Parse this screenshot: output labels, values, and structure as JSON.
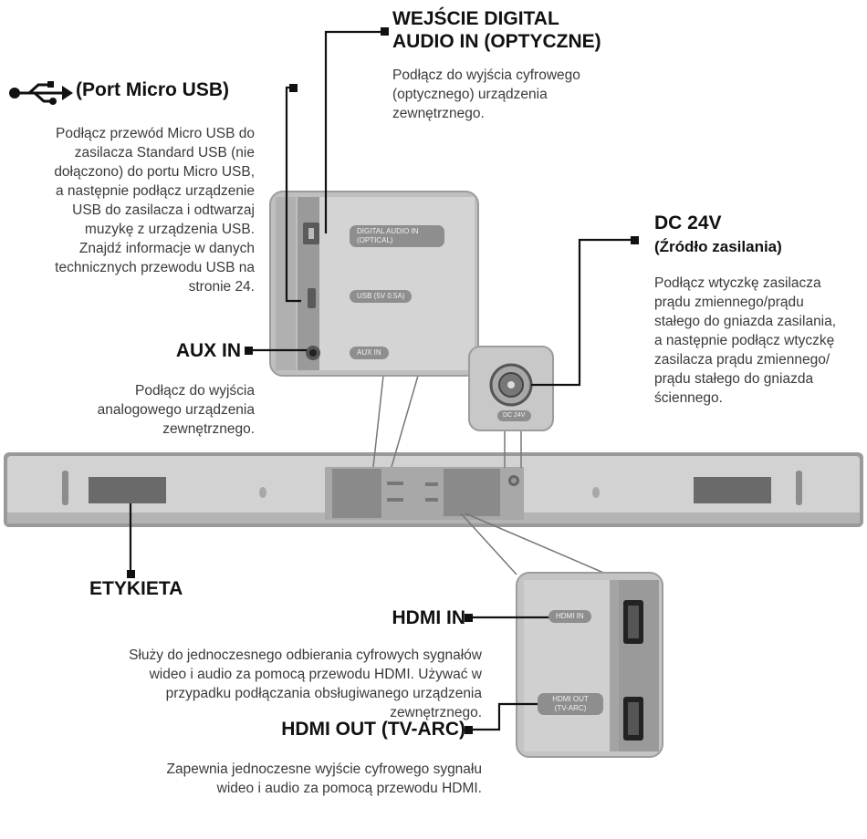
{
  "optical": {
    "title_line1": "WEJŚCIE DIGITAL",
    "title_line2": "AUDIO IN (OPTYCZNE)",
    "desc": [
      "Podłącz do wyjścia cyfrowego",
      "(optycznego) urządzenia",
      "zewnętrznego."
    ]
  },
  "usb": {
    "title": "(Port Micro USB)",
    "desc": [
      "Podłącz przewód Micro USB do",
      "zasilacza Standard USB (nie",
      "dołączono) do portu Micro USB,",
      "a następnie podłącz urządzenie",
      "USB do zasilacza i odtwarzaj",
      "muzykę z urządzenia USB.",
      "Znajdź informacje w danych",
      "technicznych przewodu USB na",
      "stronie 24."
    ]
  },
  "aux": {
    "title": "AUX IN",
    "desc": [
      "Podłącz do wyjścia",
      "analogowego urządzenia",
      "zewnętrznego."
    ]
  },
  "dc": {
    "title_line1": "DC 24V",
    "title_line2": "(Źródło zasilania)",
    "desc": [
      "Podłącz wtyczkę zasilacza",
      "prądu zmiennego/prądu",
      "stałego do gniazda zasilania,",
      "a następnie podłącz wtyczkę",
      "zasilacza prądu zmiennego/",
      "prądu stałego do gniazda",
      "ściennego."
    ]
  },
  "label": {
    "title": "ETYKIETA"
  },
  "hdmi_in": {
    "title": "HDMI IN",
    "desc": [
      "Służy do jednoczesnego odbierania cyfrowych sygnałów",
      "wideo i audio za pomocą przewodu HDMI. Używać w",
      "przypadku podłączania obsługiwanego urządzenia",
      "zewnętrznego."
    ]
  },
  "hdmi_out": {
    "title": "HDMI OUT (TV-ARC)",
    "desc": [
      "Zapewnia jednoczesne wyjście cyfrowego sygnału",
      "wideo i audio za pomocą przewodu HDMI."
    ]
  },
  "panel_labels": {
    "digital_audio_in_1": "DIGITAL AUDIO IN",
    "digital_audio_in_2": "(OPTICAL)",
    "usb": "USB (5V 0.5A)",
    "aux_in": "AUX IN",
    "dc_24v": "DC 24V",
    "hdmi_in": "HDMI IN",
    "hdmi_out_1": "HDMI OUT",
    "hdmi_out_2": "(TV-ARC)"
  },
  "icons": {
    "usb": "usb-icon"
  },
  "colors": {
    "text": "#111111",
    "panel": "#bdbdbd",
    "device": "#cfcfcf"
  }
}
